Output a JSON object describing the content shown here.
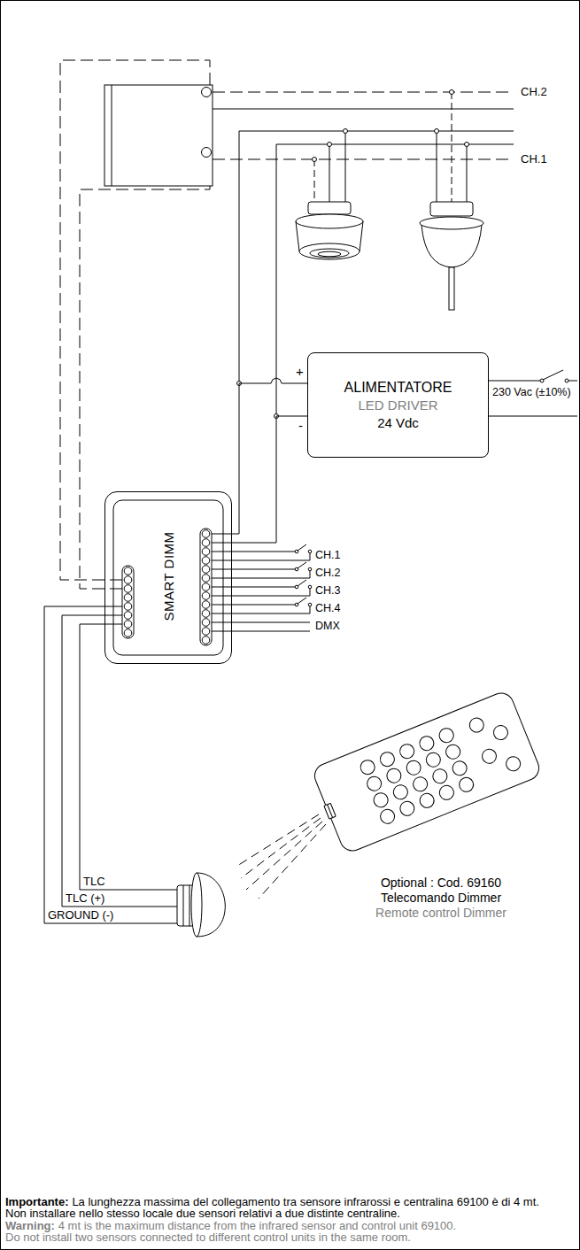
{
  "diagram": {
    "nodes": [
      {
        "text": [
          "ALIMENTATORE",
          "LED DRIVER",
          "24 Vdc"
        ]
      },
      {
        "text": [
          "SMART DIMM"
        ]
      }
    ],
    "edges": [
      {
        "from": 0,
        "to": 1,
        "arrow": "none",
        "label": "+"
      },
      {
        "from": 0,
        "to": 1,
        "arrow": "none",
        "label": "-"
      }
    ],
    "labels": [
      "CH.2",
      "CH.1",
      "230 Vac (±10%)",
      "CH.1",
      "CH.2",
      "CH.3",
      "CH.4",
      "DMX",
      "Optional : Cod. 69160",
      "Telecomando Dimmer",
      "Remote control Dimmer",
      "TLC",
      "TLC (+)",
      "GROUND (-)",
      "Importante:",
      "La lunghezza massima del collegamento tra sensore infrarossi e centralina 69100 è di 4 mt.",
      "Non installare nello stesso locale due sensori relativi a due distinte centraline.",
      "Warning:",
      "4 mt is the maximum distance from the infrared sensor and control unit 69100.",
      "Do not install two sensors connected to different control units in the same room."
    ]
  }
}
